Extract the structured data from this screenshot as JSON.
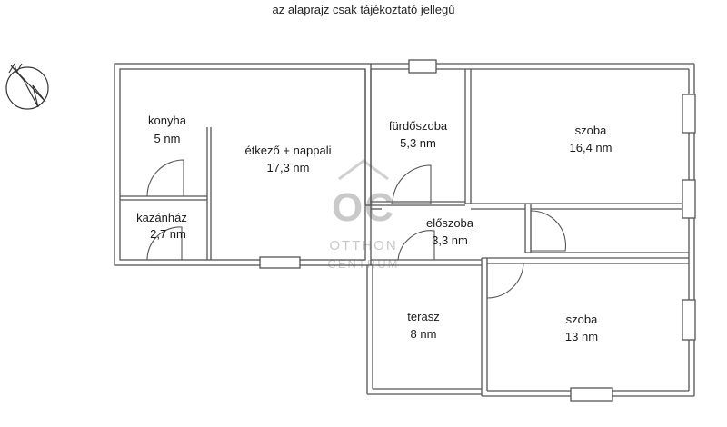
{
  "caption": "az alaprajz csak tájékoztató jellegű",
  "compass": {
    "north_label": "N"
  },
  "watermark": {
    "monogram": "OC",
    "line1": "OTTHON",
    "line2": "CENTRUM"
  },
  "rooms": {
    "konyha": {
      "name": "konyha",
      "area": "5 nm"
    },
    "kazanhaz": {
      "name": "kazánház",
      "area": "2,7 nm"
    },
    "etkezo": {
      "name": "étkező + nappali",
      "area": "17,3 nm"
    },
    "furdo": {
      "name": "fürdőszoba",
      "area": "5,3 nm"
    },
    "szoba1": {
      "name": "szoba",
      "area": "16,4 nm"
    },
    "eloszoba": {
      "name": "előszoba",
      "area": "3,3 nm"
    },
    "terasz": {
      "name": "terasz",
      "area": "8 nm"
    },
    "szoba2": {
      "name": "szoba",
      "area": "13 nm"
    }
  }
}
